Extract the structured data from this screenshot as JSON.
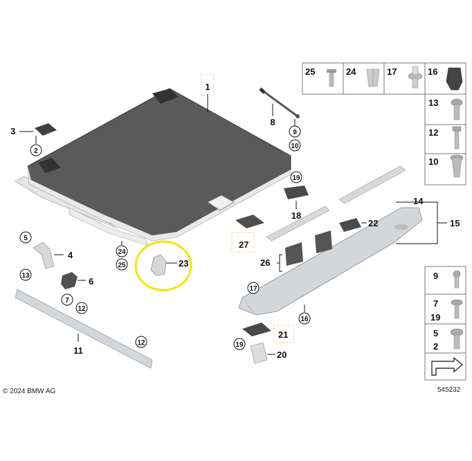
{
  "copyright": "© 2024 BMW AG",
  "diagram_number": "545232",
  "labels": {
    "p1": "1",
    "p2": "2",
    "p3": "3",
    "p4": "4",
    "p5": "5",
    "p6": "6",
    "p7": "7",
    "p8": "8",
    "p9": "9",
    "p10": "10",
    "p11": "11",
    "p12a": "12",
    "p12b": "12",
    "p12c": "12",
    "p13a": "13",
    "p13b": "13",
    "p14": "14",
    "p15": "15",
    "p16a": "16",
    "p16b": "16",
    "p17a": "17",
    "p17b": "17",
    "p18": "18",
    "p19a": "19",
    "p19b": "19",
    "p19c": "19",
    "p20": "20",
    "p21": "21",
    "p22": "22",
    "p23": "23",
    "p24a": "24",
    "p24b": "24",
    "p25a": "25",
    "p25b": "25",
    "p26": "26",
    "p27": "27",
    "p9b": "9",
    "p10b": "10",
    "p7b": "7",
    "p5b": "5",
    "p2b": "2"
  },
  "colors": {
    "board": "#5a5a5a",
    "board_edge": "#3f3f3f",
    "light_part": "#d2d5d8",
    "dark_part": "#4a4a4a",
    "highlight": "#f2e600"
  }
}
